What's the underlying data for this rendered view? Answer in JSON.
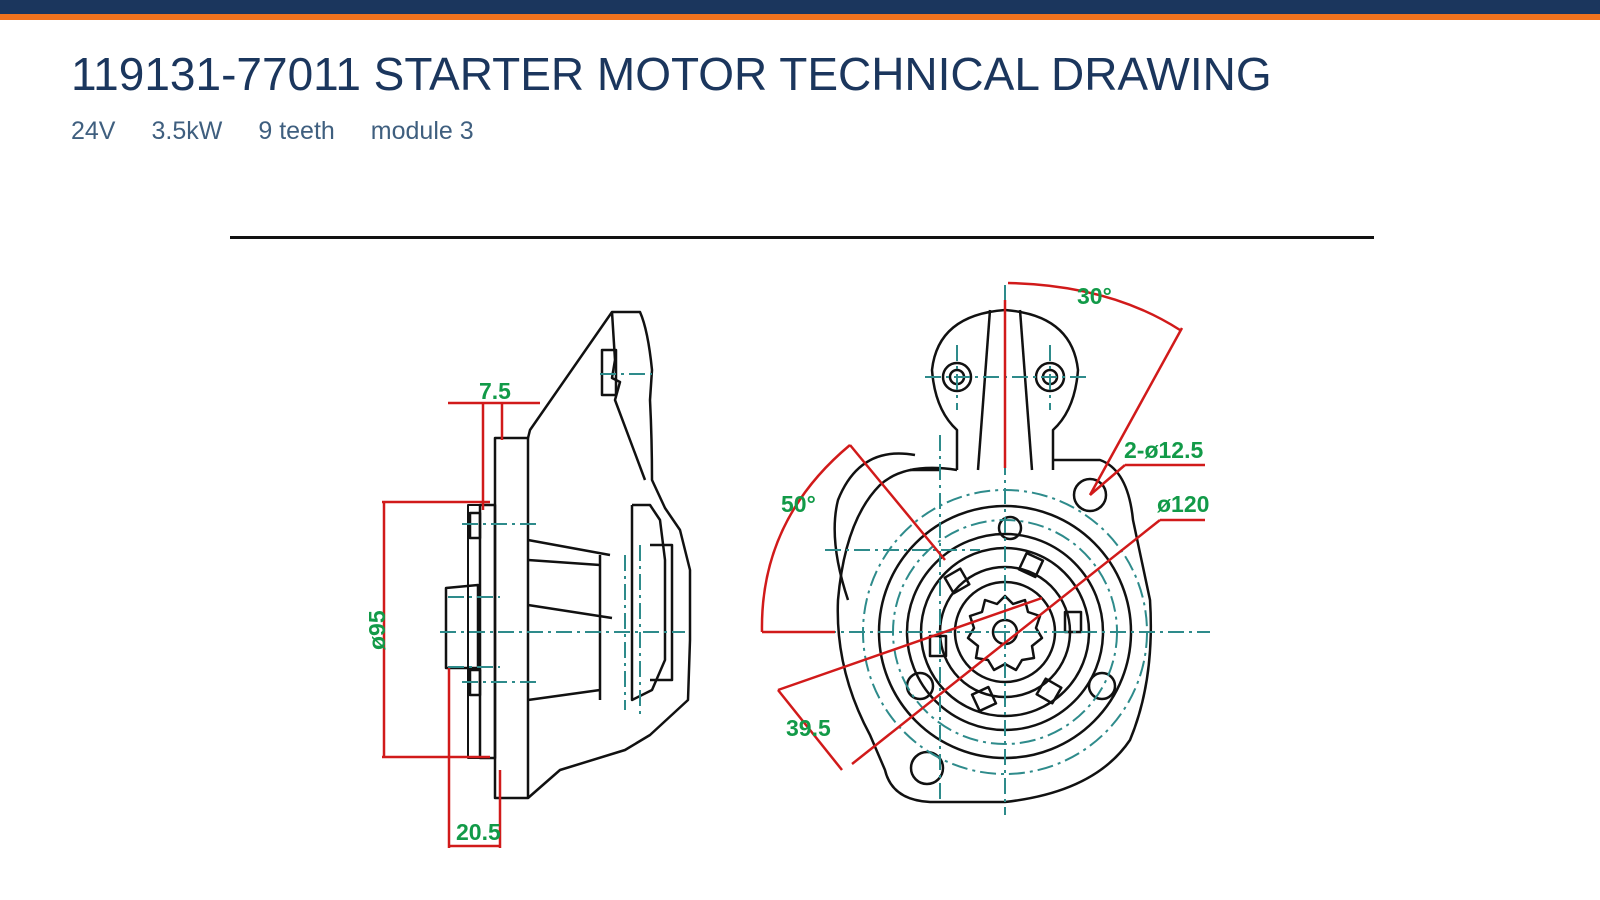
{
  "header": {
    "title": "119131-77011 STARTER MOTOR TECHNICAL DRAWING",
    "specs": [
      "24V",
      "3.5kW",
      "9 teeth",
      "module 3"
    ]
  },
  "drawing": {
    "dimensions": {
      "d1": "7.5",
      "d2": "ø95",
      "d3": "20.5",
      "d4": "30°",
      "d5": "2-ø12.5",
      "d6": "ø120",
      "d7": "50°",
      "d8": "39.5"
    }
  },
  "colors": {
    "navy": "#1b365d",
    "orange": "#f0731e",
    "outline": "#111111",
    "centerline": "#2e8b8b",
    "dimension_line": "#d11a1a",
    "dimension_text": "#129a48"
  }
}
